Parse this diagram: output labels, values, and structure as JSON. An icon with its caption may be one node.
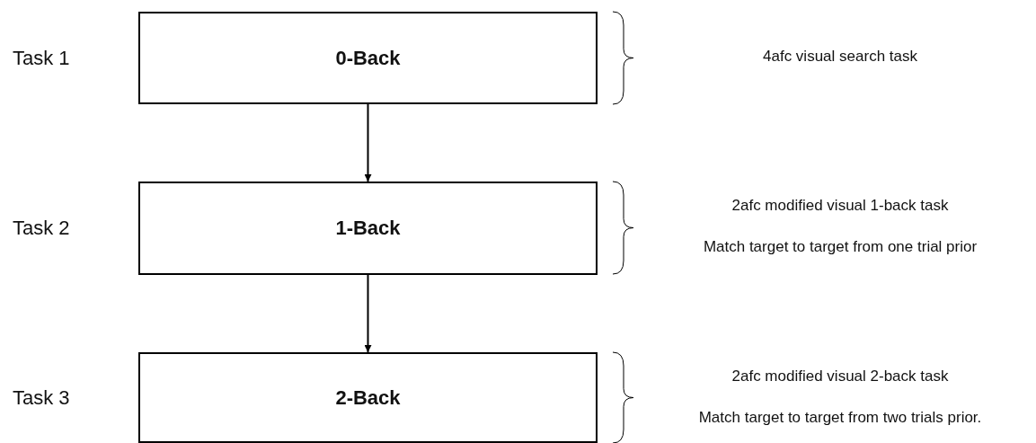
{
  "diagram": {
    "nodes": [
      {
        "text": [
          "0-Back"
        ],
        "beside": [
          "Task 1"
        ]
      },
      {
        "text": [
          "1-Back"
        ],
        "beside": [
          "Task 2"
        ]
      },
      {
        "text": [
          "2-Back"
        ],
        "beside": [
          "Task 3"
        ]
      }
    ],
    "edges": [
      {
        "from": 0,
        "to": 1,
        "arrow": "to"
      },
      {
        "from": 1,
        "to": 2,
        "arrow": "to"
      }
    ],
    "labels": [
      "4afc visual search task",
      "2afc modified visual 1-back task",
      "Match target to target from one trial prior",
      "2afc modified visual 2-back task",
      "Match target to target from two trials prior."
    ]
  }
}
